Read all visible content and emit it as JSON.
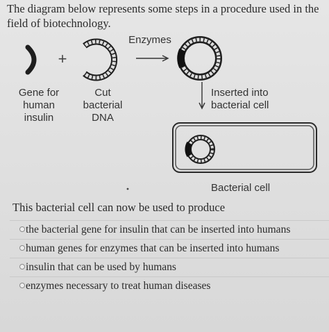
{
  "intro_text": "The diagram below represents some steps in a procedure used in the field of biotechnology.",
  "diagram": {
    "enzymes_label": "Enzymes",
    "plus_sign": "+",
    "gene_label": "Gene for\nhuman\ninsulin",
    "cut_dna_label": "Cut\nbacterial\nDNA",
    "inserted_label": "Inserted into\nbacterial cell",
    "bacterial_cell_label": "Bacterial cell"
  },
  "question": "This bacterial cell can now be used to produce",
  "options": [
    {
      "text": "the bacterial gene for insulin that can be inserted into humans"
    },
    {
      "text": "human genes for enzymes that can be inserted into humans"
    },
    {
      "text": "insulin that can be used by humans"
    },
    {
      "text": "enzymes necessary to treat human diseases"
    }
  ]
}
